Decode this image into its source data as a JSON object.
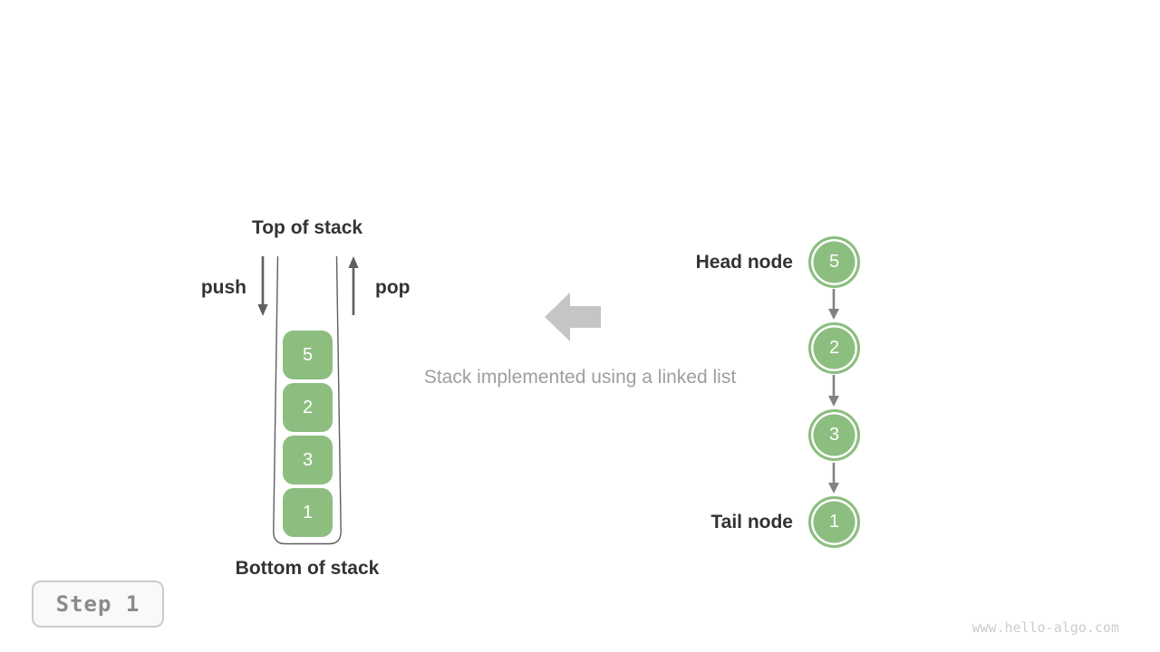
{
  "figure": {
    "stack": {
      "top_label": "Top of stack",
      "bottom_label": "Bottom of stack",
      "push_label": "push",
      "pop_label": "pop",
      "values": [
        "5",
        "2",
        "3",
        "1"
      ]
    },
    "caption": "Stack implemented using a linked list",
    "linked_list": {
      "head_label": "Head node",
      "tail_label": "Tail node",
      "values": [
        "5",
        "2",
        "3",
        "1"
      ]
    }
  },
  "step_badge": {
    "label": "Step 1"
  },
  "watermark": "www.hello-algo.com",
  "colors": {
    "node_green": "#8CBE80",
    "stroke_dark": "#5f5f5f",
    "link_gray": "#828282",
    "block_arrow_gray": "#c5c5c5",
    "caption_gray": "#9e9e9e",
    "label_dark": "#333333",
    "badge_border": "#cbcbcb",
    "badge_bg": "#f9f9f9",
    "badge_text": "#8b8b8b",
    "watermark_gray": "#cccccc"
  }
}
